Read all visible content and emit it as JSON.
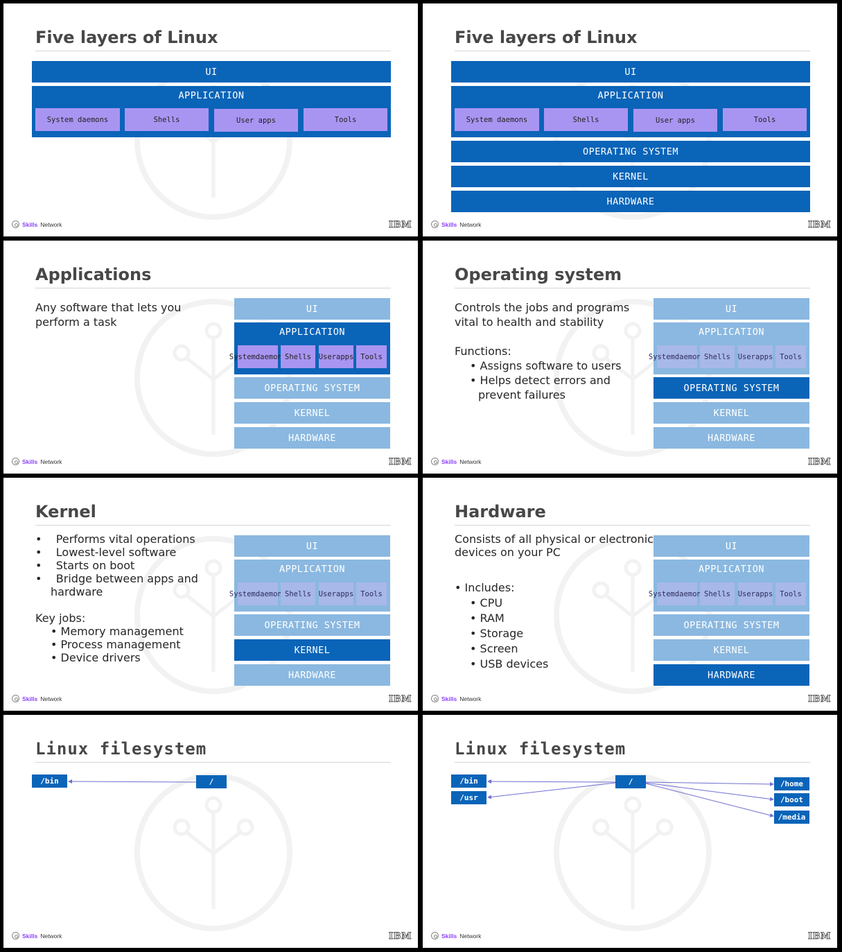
{
  "footer": {
    "brand_bold": "Skills",
    "brand_rest": "Network",
    "logo": "IBM"
  },
  "stack": {
    "ui": "UI",
    "application": "APPLICATION",
    "os": "OPERATING SYSTEM",
    "kernel": "KERNEL",
    "hardware": "HARDWARE",
    "subs_wide": [
      "System daemons",
      "Shells",
      "User apps",
      "Tools"
    ],
    "subs_narrow": [
      [
        "System",
        "daemons"
      ],
      [
        "Shells"
      ],
      [
        "User",
        "apps"
      ],
      [
        "Tools"
      ]
    ]
  },
  "slides": [
    {
      "title": "Five layers of Linux"
    },
    {
      "title": "Five layers of Linux"
    },
    {
      "title": "Applications",
      "lines": [
        "Any software that lets you",
        "perform a task"
      ]
    },
    {
      "title": "Operating system",
      "lines": [
        "Controls the jobs and programs",
        "vital to health and stability",
        "",
        "Functions:"
      ],
      "bullets": [
        "Assigns software to users",
        "Helps detect errors and"
      ],
      "bullet_cont": "prevent failures"
    },
    {
      "title": "Kernel",
      "bullets": [
        "Performs vital operations",
        "Lowest-level software",
        "Starts on boot",
        "Bridge between apps and"
      ],
      "bullet_cont": "hardware",
      "sub_title": "Key jobs:",
      "sub_bullets": [
        "Memory management",
        "Process management",
        "Device drivers"
      ]
    },
    {
      "title": "Hardware",
      "lines": [
        "Consists of all physical or electronic",
        "devices on your PC"
      ],
      "includes": "Includes:",
      "items": [
        "CPU",
        "RAM",
        "Storage",
        "Screen",
        "USB devices"
      ]
    },
    {
      "title": "Linux filesystem",
      "nodes": {
        "bin": "/bin",
        "root": "/"
      }
    },
    {
      "title": "Linux filesystem",
      "nodes": {
        "bin": "/bin",
        "usr": "/usr",
        "root": "/",
        "home": "/home",
        "boot": "/boot",
        "media": "/media"
      }
    }
  ]
}
